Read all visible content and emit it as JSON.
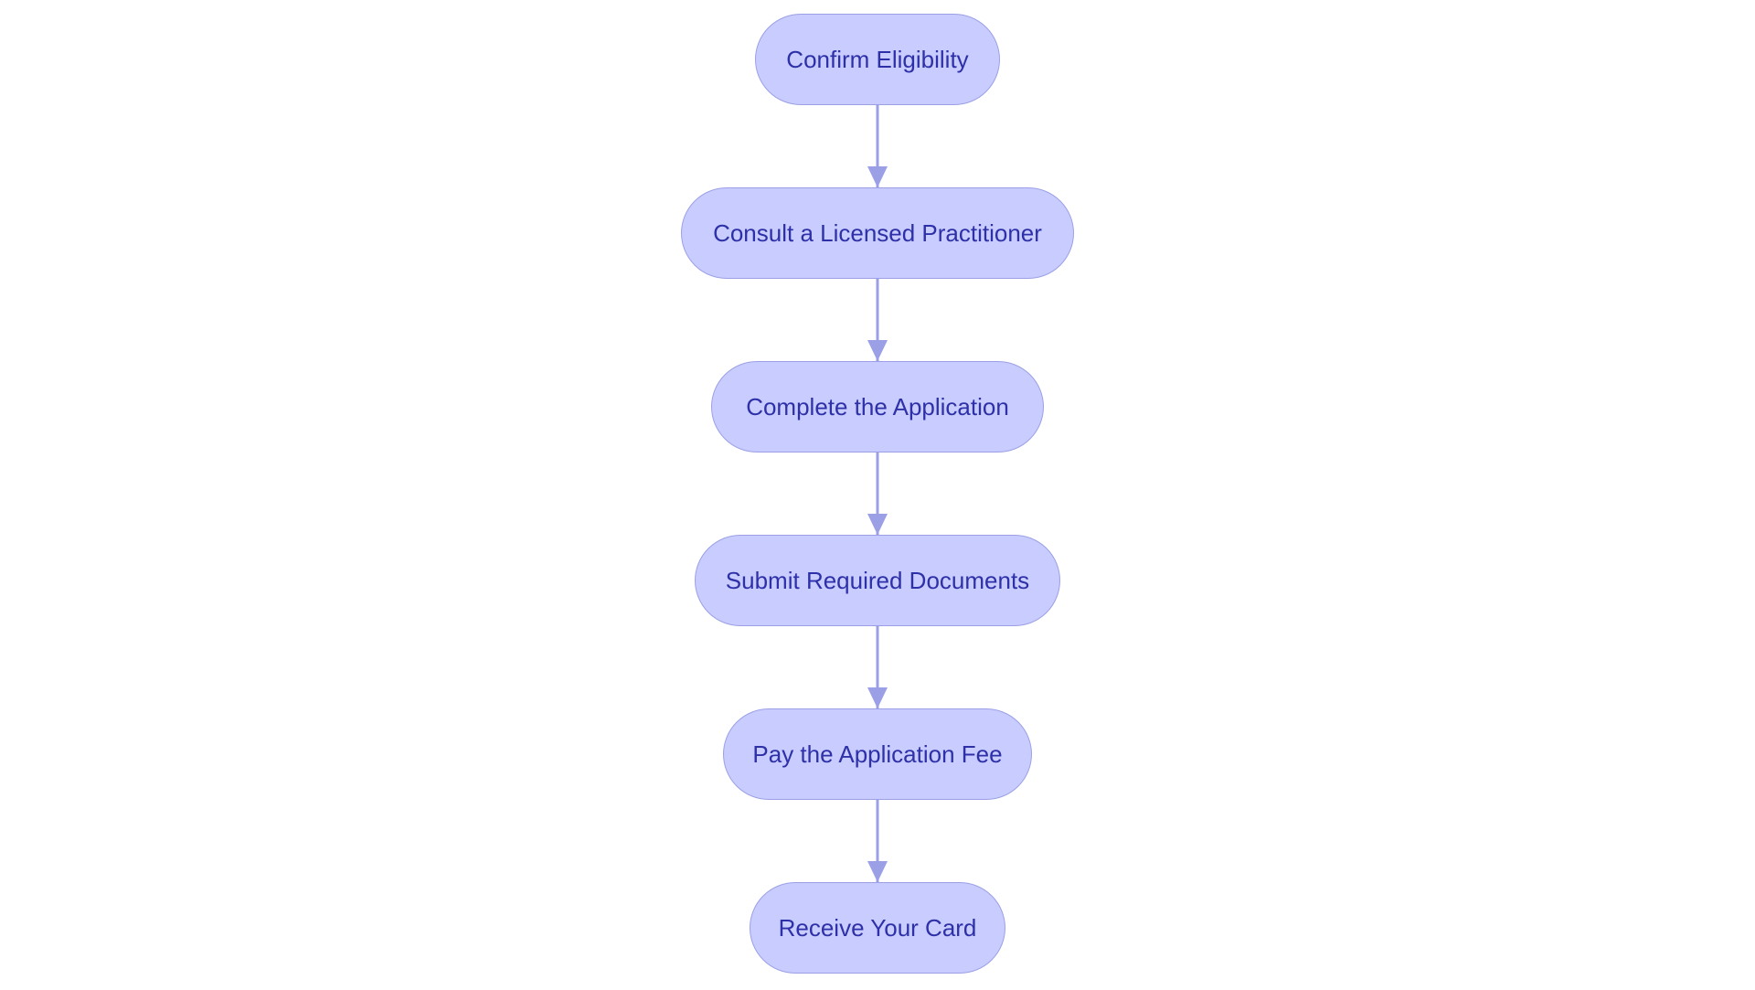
{
  "colors": {
    "background": "#ffffff",
    "node_fill": "#c8ccff",
    "node_border": "#9ba0e6",
    "node_text": "#2e30a8",
    "edge": "#9ba0e6"
  },
  "flowchart": {
    "steps": [
      {
        "id": "confirm-eligibility",
        "label": "Confirm Eligibility"
      },
      {
        "id": "consult-practitioner",
        "label": "Consult a Licensed Practitioner"
      },
      {
        "id": "complete-application",
        "label": "Complete the Application"
      },
      {
        "id": "submit-documents",
        "label": "Submit Required Documents"
      },
      {
        "id": "pay-fee",
        "label": "Pay the Application Fee"
      },
      {
        "id": "receive-card",
        "label": "Receive Your Card"
      }
    ],
    "edges": [
      {
        "from": "confirm-eligibility",
        "to": "consult-practitioner"
      },
      {
        "from": "consult-practitioner",
        "to": "complete-application"
      },
      {
        "from": "complete-application",
        "to": "submit-documents"
      },
      {
        "from": "submit-documents",
        "to": "pay-fee"
      },
      {
        "from": "pay-fee",
        "to": "receive-card"
      }
    ]
  }
}
